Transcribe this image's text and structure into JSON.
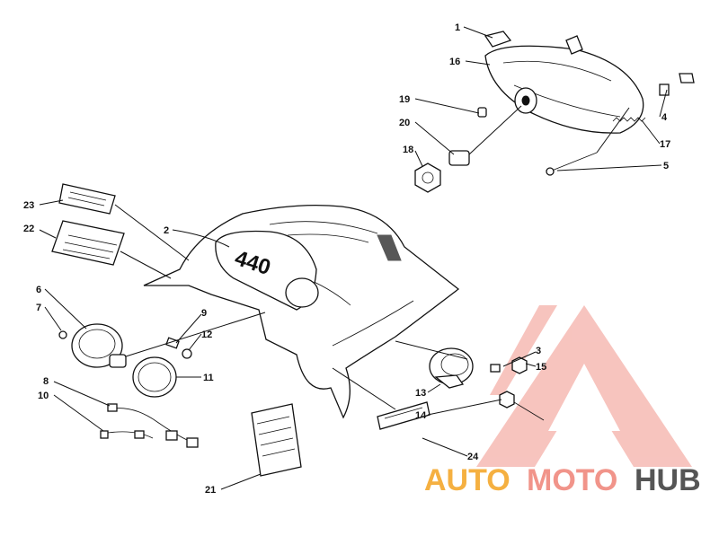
{
  "callouts": {
    "c1": "1",
    "c2": "2",
    "c3": "3",
    "c4": "4",
    "c5": "5",
    "c6": "6",
    "c7": "7",
    "c8": "8",
    "c9": "9",
    "c10": "10",
    "c11": "11",
    "c12": "12",
    "c13": "13",
    "c14": "14",
    "c15": "15",
    "c16": "16",
    "c17": "17",
    "c18": "18",
    "c19": "19",
    "c20": "20",
    "c21": "21",
    "c22": "22",
    "c23": "23",
    "c24": "24"
  },
  "hood_number": "440",
  "watermark": {
    "part_a": "AUTO",
    "part_b": "MOTO",
    "part_c": "HUB",
    "color_a": "#f5b041",
    "color_b": "#f1948a",
    "color_c": "#555555",
    "logo_color": "#f1948a"
  }
}
